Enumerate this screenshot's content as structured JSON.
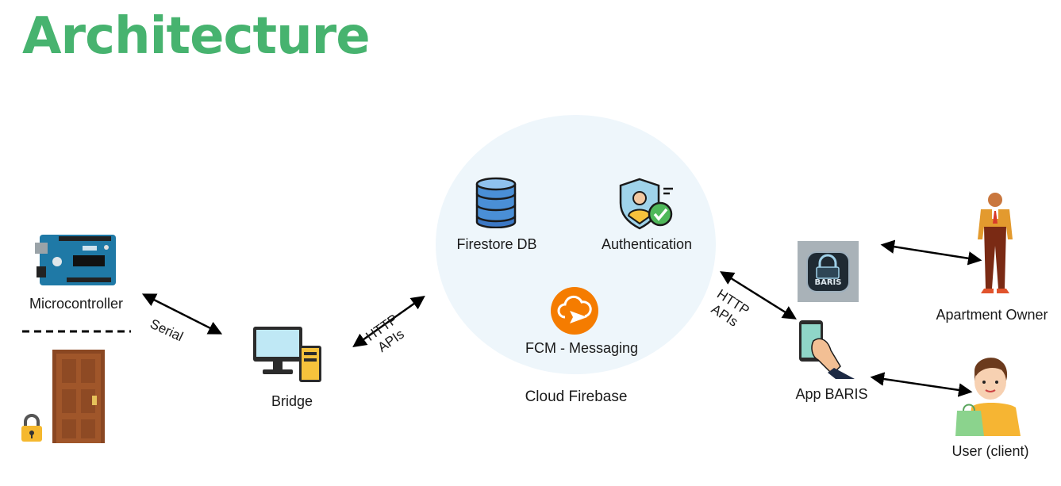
{
  "header": {
    "title": "Architecture"
  },
  "colors": {
    "title_green": "#47b36f",
    "cloud_bg": "#eef6fb",
    "arduino_blue": "#1f79a6",
    "firebase_orange": "#f57c00",
    "db_blue": "#4a8fd6",
    "door_brown": "#a0562a",
    "lock_yellow": "#f5b82e"
  },
  "nodes": {
    "microcontroller": {
      "label": "Microcontroller",
      "icon": "arduino-board-icon"
    },
    "door": {
      "icon": "door-icon"
    },
    "lock": {
      "icon": "padlock-icon"
    },
    "bridge": {
      "label": "Bridge",
      "icon": "desktop-computer-icon"
    },
    "cloud": {
      "label": "Cloud Firebase"
    },
    "firestore": {
      "label": "Firestore DB",
      "icon": "database-icon"
    },
    "auth": {
      "label": "Authentication",
      "icon": "shield-user-icon"
    },
    "fcm": {
      "label": "FCM - Messaging",
      "icon": "cloud-messaging-icon"
    },
    "app": {
      "label": "App BARIS",
      "app_logo_text": "BARIS",
      "icon": "smartphone-hand-icon"
    },
    "owner": {
      "label": "Apartment Owner",
      "icon": "businessman-icon"
    },
    "user": {
      "label": "User (client)",
      "icon": "shopper-icon"
    }
  },
  "connections": {
    "serial": {
      "label": "Serial"
    },
    "bridge_cloud": {
      "line1": "HTTP",
      "line2": "APIs"
    },
    "cloud_app": {
      "line1": "HTTP",
      "line2": "APIs"
    }
  }
}
